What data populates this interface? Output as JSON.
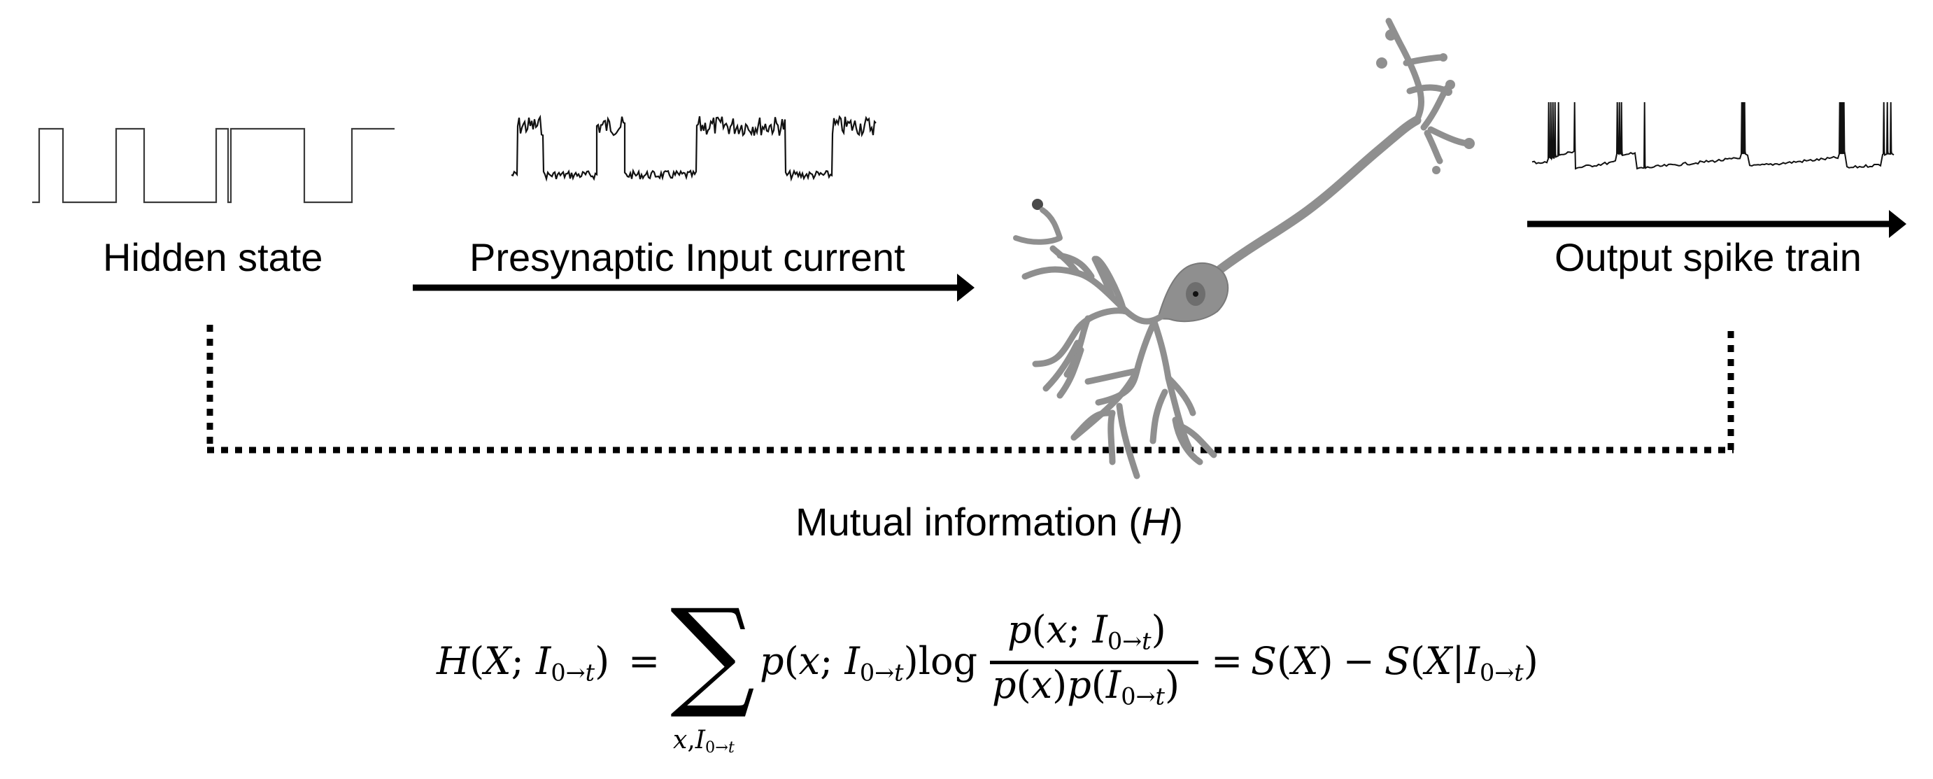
{
  "figure": {
    "labels": {
      "hidden_state": "Hidden state",
      "input_current": "Presynaptic Input current",
      "output_spikes": "Output spike train",
      "mutual_info_prefix": "Mutual information (",
      "mutual_info_symbol": "H",
      "mutual_info_suffix": ")"
    },
    "colors": {
      "ink": "#000000",
      "neuron_fill": "#8f8f8f",
      "neuron_outline": "#7a7a7a",
      "nucleus": "#6e6e6e",
      "nucleolus": "#111111",
      "terminal_dot": "#4a4a4a",
      "background": "#ffffff"
    },
    "signals": {
      "hidden_state": {
        "description": "binary telegraph signal",
        "levels": [
          "low",
          "high"
        ],
        "sequence": [
          0,
          1,
          0,
          1,
          0,
          1,
          0,
          1,
          0,
          1
        ]
      },
      "input_current": {
        "description": "noisy two-level current following hidden state",
        "sequence": [
          0,
          1,
          0,
          1,
          0,
          1,
          0,
          1
        ]
      },
      "output_spikes": {
        "description": "membrane voltage trace with spike bursts",
        "burst_count": 6
      }
    },
    "formula": {
      "lhs": {
        "func": "H",
        "open": "(",
        "arg1": "X",
        "sep": "; ",
        "arg2": "I",
        "arg2_sub_start": "0",
        "arg2_sub_arrow": "→",
        "arg2_sub_end": "t",
        "close": ")"
      },
      "eq1": "=",
      "sum_symbol": "∑",
      "sum_index": {
        "var": "x",
        "comma": ",",
        "I": "I",
        "sub_start": "0",
        "sub_arrow": "→",
        "sub_end": "t"
      },
      "term": {
        "p": "p",
        "open": "(",
        "x": "x",
        "sep": "; ",
        "I": "I",
        "sub_start": "0",
        "sub_arrow": "→",
        "sub_end": "t",
        "close": ")"
      },
      "log": "log",
      "fraction": {
        "numerator": {
          "p": "p",
          "open": "(",
          "x": "x",
          "sep": "; ",
          "I": "I",
          "sub_start": "0",
          "sub_arrow": "→",
          "sub_end": "t",
          "close": ")"
        },
        "denominator": {
          "p1": "p",
          "open1": "(",
          "x": "x",
          "close1": ")",
          "p2": "p",
          "open2": "(",
          "I": "I",
          "sub_start": "0",
          "sub_arrow": "→",
          "sub_end": "t",
          "close2": ")"
        }
      },
      "eq2": "=",
      "rhs": {
        "S1": "S",
        "open1": "(",
        "X1": "X",
        "close1": ")",
        "minus": "−",
        "S2": "S",
        "open2": "(",
        "X2": "X",
        "bar": "|",
        "I": "I",
        "sub_start": "0",
        "sub_arrow": "→",
        "sub_end": "t",
        "close2": ")"
      }
    }
  }
}
